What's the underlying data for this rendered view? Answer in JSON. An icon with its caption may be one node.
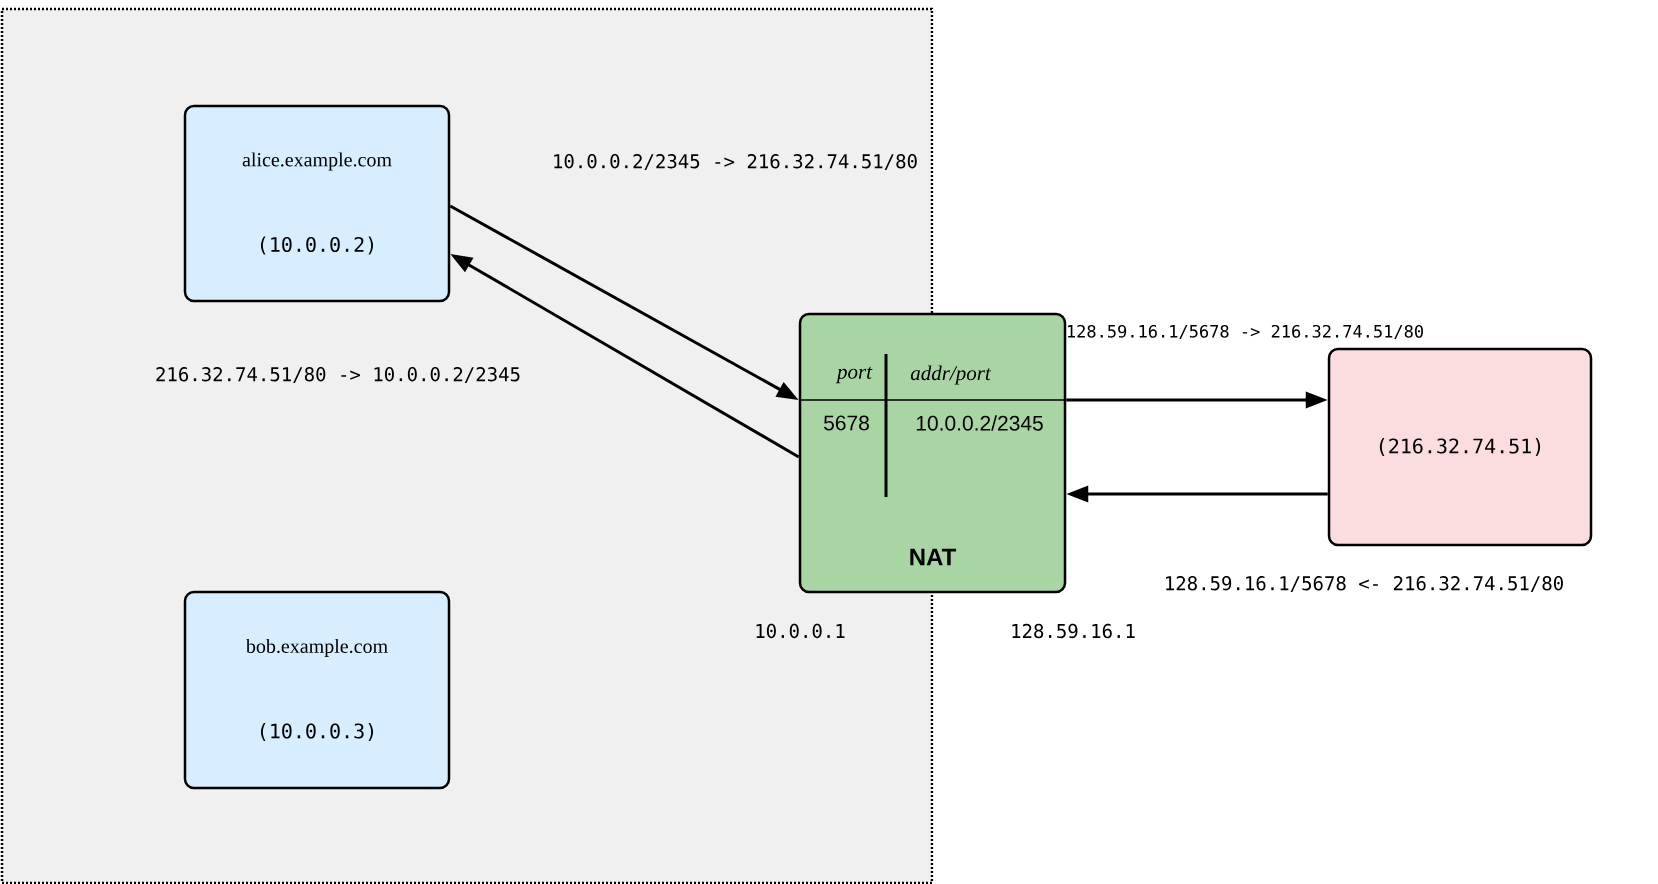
{
  "diagram": {
    "nodes": [
      {
        "text": [],
        "shape": "box"
      },
      {
        "text": [
          "alice.example.com",
          "(10.0.0.2)"
        ],
        "in": 0
      },
      {
        "text": [
          "bob.example.com",
          "(10.0.0.3)"
        ],
        "in": 0
      },
      {
        "text": [
          "port",
          "addr/port",
          "5678",
          "10.0.0.2/2345",
          "NAT"
        ]
      },
      {
        "text": [
          "(216.32.74.51)"
        ]
      }
    ],
    "edges": [
      {
        "from": 1,
        "to": 3,
        "arrow": "to",
        "label": "10.0.0.2/2345 -> 216.32.74.51/80"
      },
      {
        "from": 3,
        "to": 1,
        "arrow": "to",
        "label": "216.32.74.51/80 -> 10.0.0.2/2345"
      },
      {
        "from": 3,
        "to": 4,
        "arrow": "to",
        "label": "128.59.16.1/5678 -> 216.32.74.51/80"
      },
      {
        "from": 4,
        "to": 3,
        "arrow": "to",
        "label": "128.59.16.1/5678 <- 216.32.74.51/80"
      }
    ],
    "labels": [
      "10.0.0.1",
      "128.59.16.1"
    ]
  }
}
